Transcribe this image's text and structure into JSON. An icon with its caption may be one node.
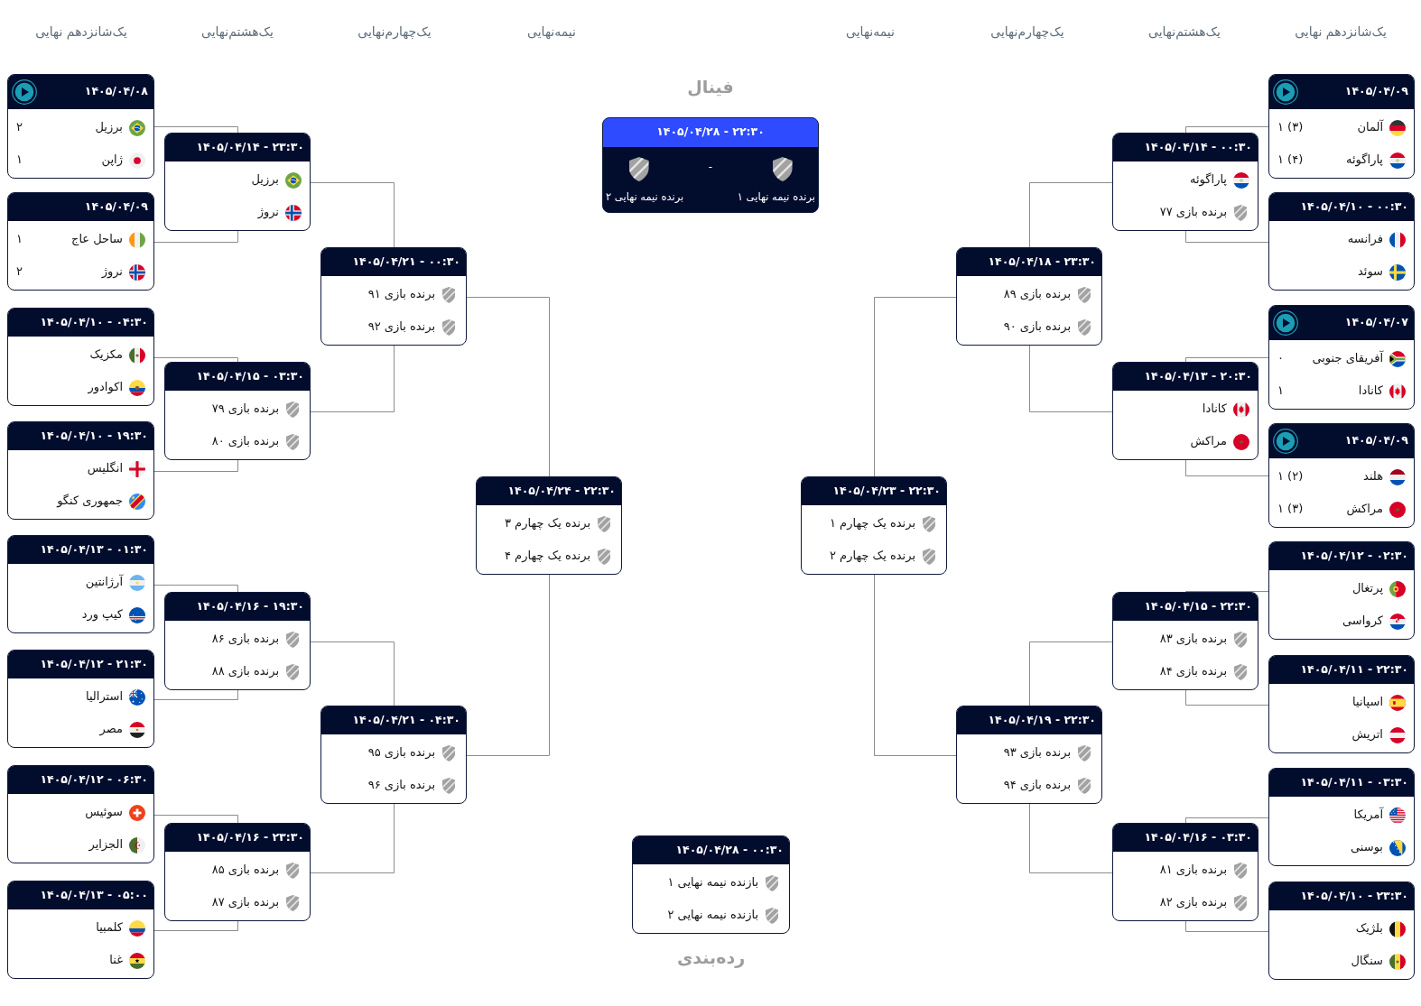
{
  "diagram": {
    "nodes": [
      {
        "text": [
          "۱۴۰۵/۰۴/۰۹",
          "آلمان",
          "۱ (۳)",
          "پاراگوئه",
          "۱ (۴)"
        ]
      },
      {
        "text": [
          "۱۴۰۵/۰۴/۱۰ - ۰۰:۳۰",
          "فرانسه",
          "سوئد"
        ]
      },
      {
        "text": [
          "۱۴۰۵/۰۴/۰۷",
          "آفریقای جنوبی",
          "۰",
          "کانادا",
          "۱"
        ]
      },
      {
        "text": [
          "۱۴۰۵/۰۴/۰۹",
          "هلند",
          "۱ (۲)",
          "مراکش",
          "۱ (۳)"
        ]
      },
      {
        "text": [
          "۱۴۰۵/۰۴/۱۲ - ۰۲:۳۰",
          "پرتغال",
          "کرواسی"
        ]
      },
      {
        "text": [
          "۱۴۰۵/۰۴/۱۱ - ۲۲:۳۰",
          "اسپانیا",
          "اتریش"
        ]
      },
      {
        "text": [
          "۱۴۰۵/۰۴/۱۱ - ۰۳:۳۰",
          "آمریکا",
          "بوسنی"
        ]
      },
      {
        "text": [
          "۱۴۰۵/۰۴/۱۰ - ۲۳:۳۰",
          "بلژیک",
          "سنگال"
        ]
      },
      {
        "text": [
          "۱۴۰۵/۰۴/۱۴ - ۰۰:۳۰",
          "پاراگوئه",
          "برنده بازی ۷۷"
        ]
      },
      {
        "text": [
          "۱۴۰۵/۰۴/۱۳ - ۲۰:۳۰",
          "کانادا",
          "مراکش"
        ]
      },
      {
        "text": [
          "۱۴۰۵/۰۴/۱۵ - ۲۲:۳۰",
          "برنده بازی ۸۳",
          "برنده بازی ۸۴"
        ]
      },
      {
        "text": [
          "۱۴۰۵/۰۴/۱۶ - ۰۳:۳۰",
          "برنده بازی ۸۱",
          "برنده بازی ۸۲"
        ]
      },
      {
        "text": [
          "۱۴۰۵/۰۴/۱۸ - ۲۳:۳۰",
          "برنده بازی ۸۹",
          "برنده بازی ۹۰"
        ]
      },
      {
        "text": [
          "۱۴۰۵/۰۴/۱۹ - ۲۲:۳۰",
          "برنده بازی ۹۳",
          "برنده بازی ۹۴"
        ]
      },
      {
        "text": [
          "۱۴۰۵/۰۴/۲۳ - ۲۲:۳۰",
          "برنده یک چهارم ۱",
          "برنده یک چهارم ۲"
        ]
      },
      {
        "text": [
          "فینال",
          "۱۴۰۵/۰۴/۲۸ - ۲۲:۳۰",
          "-",
          "برنده نیمه نهایی ۱",
          "برنده نیمه نهایی ۲"
        ]
      },
      {
        "text": [
          "۱۴۰۵/۰۴/۲۸ - ۰۰:۳۰",
          "بازنده نیمه نهایی ۱",
          "بازنده نیمه نهایی ۲",
          "رده‌بندی"
        ]
      },
      {
        "text": [
          "۱۴۰۵/۰۴/۲۴ - ۲۲:۳۰",
          "برنده یک چهارم ۳",
          "برنده یک چهارم ۴"
        ]
      },
      {
        "text": [
          "۱۴۰۵/۰۴/۲۱ - ۰۰:۳۰",
          "برنده بازی ۹۱",
          "برنده بازی ۹۲"
        ]
      },
      {
        "text": [
          "۱۴۰۵/۰۴/۲۱ - ۰۴:۳۰",
          "برنده بازی ۹۵",
          "برنده بازی ۹۶"
        ]
      },
      {
        "text": [
          "۱۴۰۵/۰۴/۱۴ - ۲۳:۳۰",
          "برزیل",
          "نروژ"
        ]
      },
      {
        "text": [
          "۱۴۰۵/۰۴/۱۵ - ۰۳:۳۰",
          "برنده بازی ۷۹",
          "برنده بازی ۸۰"
        ]
      },
      {
        "text": [
          "۱۴۰۵/۰۴/۱۶ - ۱۹:۳۰",
          "برنده بازی ۸۶",
          "برنده بازی ۸۸"
        ]
      },
      {
        "text": [
          "۱۴۰۵/۰۴/۱۶ - ۲۳:۳۰",
          "برنده بازی ۸۵",
          "برنده بازی ۸۷"
        ]
      },
      {
        "text": [
          "۱۴۰۵/۰۴/۰۸",
          "برزیل",
          "۲",
          "ژاپن",
          "۱"
        ]
      },
      {
        "text": [
          "۱۴۰۵/۰۴/۰۹",
          "ساحل عاج",
          "۱",
          "نروژ",
          "۲"
        ]
      },
      {
        "text": [
          "۱۴۰۵/۰۴/۱۰ - ۰۴:۳۰",
          "مکزیک",
          "اکوادور"
        ]
      },
      {
        "text": [
          "۱۴۰۵/۰۴/۱۰ - ۱۹:۳۰",
          "انگلیس",
          "جمهوری کنگو"
        ]
      },
      {
        "text": [
          "۱۴۰۵/۰۴/۱۳ - ۰۱:۳۰",
          "آرژانتین",
          "کیپ ورد"
        ]
      },
      {
        "text": [
          "۱۴۰۵/۰۴/۱۲ - ۲۱:۳۰",
          "استرالیا",
          "مصر"
        ]
      },
      {
        "text": [
          "۱۴۰۵/۰۴/۱۲ - ۰۶:۳۰",
          "سوئیس",
          "الجزایر"
        ]
      },
      {
        "text": [
          "۱۴۰۵/۰۴/۱۳ - ۰۵:۰۰",
          "کلمبیا",
          "غنا"
        ]
      }
    ],
    "edges": [
      {
        "from": 0,
        "to": 8,
        "arrow": "none"
      },
      {
        "from": 1,
        "to": 8,
        "arrow": "none"
      },
      {
        "from": 2,
        "to": 9,
        "arrow": "none"
      },
      {
        "from": 3,
        "to": 9,
        "arrow": "none"
      },
      {
        "from": 4,
        "to": 10,
        "arrow": "none"
      },
      {
        "from": 5,
        "to": 10,
        "arrow": "none"
      },
      {
        "from": 6,
        "to": 11,
        "arrow": "none"
      },
      {
        "from": 7,
        "to": 11,
        "arrow": "none"
      },
      {
        "from": 8,
        "to": 12,
        "arrow": "none"
      },
      {
        "from": 9,
        "to": 12,
        "arrow": "none"
      },
      {
        "from": 10,
        "to": 13,
        "arrow": "none"
      },
      {
        "from": 11,
        "to": 13,
        "arrow": "none"
      },
      {
        "from": 12,
        "to": 14,
        "arrow": "none"
      },
      {
        "from": 13,
        "to": 14,
        "arrow": "none"
      },
      {
        "from": 18,
        "to": 17,
        "arrow": "none"
      },
      {
        "from": 19,
        "to": 17,
        "arrow": "none"
      },
      {
        "from": 20,
        "to": 18,
        "arrow": "none"
      },
      {
        "from": 21,
        "to": 18,
        "arrow": "none"
      },
      {
        "from": 22,
        "to": 19,
        "arrow": "none"
      },
      {
        "from": 23,
        "to": 19,
        "arrow": "none"
      },
      {
        "from": 24,
        "to": 20,
        "arrow": "none"
      },
      {
        "from": 25,
        "to": 20,
        "arrow": "none"
      },
      {
        "from": 26,
        "to": 21,
        "arrow": "none"
      },
      {
        "from": 27,
        "to": 21,
        "arrow": "none"
      },
      {
        "from": 28,
        "to": 22,
        "arrow": "none"
      },
      {
        "from": 29,
        "to": 22,
        "arrow": "none"
      },
      {
        "from": 30,
        "to": 23,
        "arrow": "none"
      },
      {
        "from": 31,
        "to": 23,
        "arrow": "none"
      }
    ],
    "labels": [
      "یک‌شانزدهم نهایی",
      "یک‌هشتم‌نهایی",
      "یک‌چهارم‌نهایی",
      "نیمه‌نهایی",
      "نیمه‌نهایی",
      "یک‌چهارم‌نهایی",
      "یک‌هشتم‌نهایی",
      "یک‌شانزدهم نهایی"
    ]
  }
}
